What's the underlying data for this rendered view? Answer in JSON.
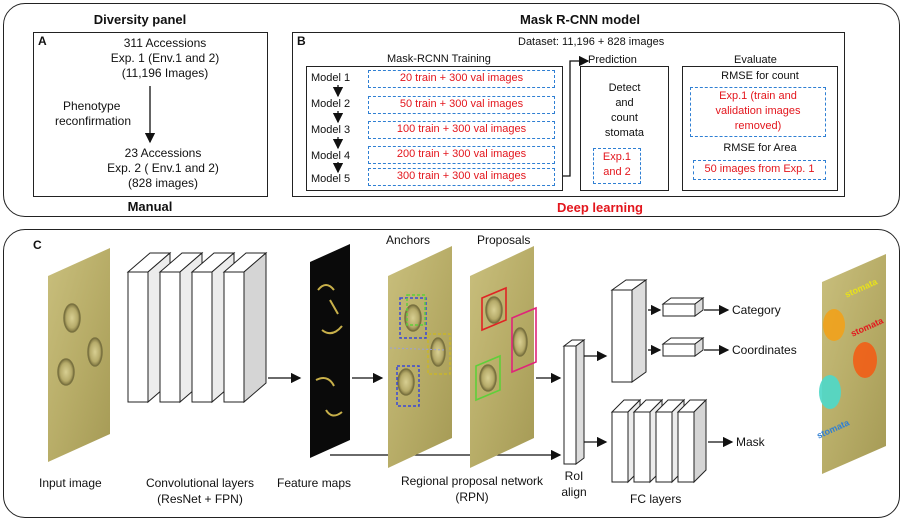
{
  "panel_top_left": {
    "heading": "Diversity panel",
    "letter": "A",
    "step1": [
      "311 Accessions",
      "Exp. 1 (Env.1 and 2)",
      "(11,196 Images)"
    ],
    "side_label": [
      "Phenotype",
      "reconfirmation"
    ],
    "step2": [
      "23 Accessions",
      "Exp. 2 ( Env.1 and 2)",
      "(828 images)"
    ],
    "footer": "Manual"
  },
  "panel_top_right": {
    "heading": "Mask R-CNN model",
    "letter": "B",
    "dataset": "Dataset: 11,196 + 828 images",
    "training_title": "Mask-RCNN Training",
    "models": [
      {
        "label": "Model 1",
        "data": "20 train + 300 val images"
      },
      {
        "label": "Model 2",
        "data": "50 train + 300 val images"
      },
      {
        "label": "Model 3",
        "data": "100 train + 300 val images"
      },
      {
        "label": "Model 4",
        "data": "200 train + 300 val images"
      },
      {
        "label": "Model 5",
        "data": "300 train + 300 val images"
      }
    ],
    "prediction_title": "Prediction",
    "prediction_text": [
      "Detect",
      "and",
      "count",
      "stomata"
    ],
    "prediction_exp": [
      "Exp.1",
      "and 2"
    ],
    "evaluate_title": "Evaluate",
    "rmse_count": "RMSE for count",
    "rmse_count_data": [
      "Exp.1 (train and",
      "validation images",
      "removed)"
    ],
    "rmse_area": "RMSE for Area",
    "rmse_area_data": "50 images from Exp. 1",
    "footer": "Deep learning"
  },
  "panel_bottom": {
    "letter": "C",
    "input_label": "Input image",
    "conv_label": [
      "Convolutional layers",
      "(ResNet + FPN)"
    ],
    "feature_label": "Feature maps",
    "anchors_label": "Anchors",
    "proposals_label": "Proposals",
    "rpn_label": [
      "Regional proposal network",
      "(RPN)"
    ],
    "roi_label": [
      "RoI",
      "align"
    ],
    "fc_label": "FC layers",
    "outputs": [
      "Category",
      "Coordinates",
      "Mask"
    ],
    "output_image_tags": [
      "stomata",
      "stomata",
      "stomata"
    ]
  },
  "colors": {
    "red": "#e3161d",
    "blue": "#2f7fd3",
    "dark": "#222222"
  }
}
